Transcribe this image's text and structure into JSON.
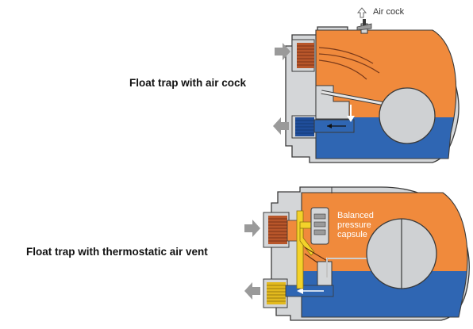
{
  "figure": {
    "top": {
      "caption": "Float trap with air cock",
      "label_air_cock": "Air cock"
    },
    "bottom": {
      "caption": "Float trap with thermostatic air vent",
      "label_capsule_line1": "Balanced",
      "label_capsule_line2": "pressure",
      "label_capsule_line3": "capsule"
    }
  },
  "colors": {
    "steam": "#f08a3c",
    "condensate": "#2f66b3",
    "body": "#d4d6d8",
    "float": "#cfd1d3",
    "thread": "#b8562a",
    "brass": "#f3d22a",
    "outline": "#3a3a3a",
    "arrow": "#9a9a9a"
  }
}
